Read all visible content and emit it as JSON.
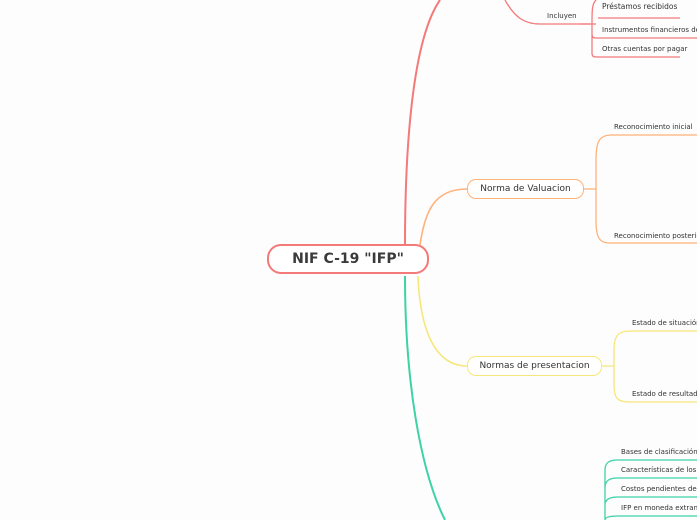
{
  "central": {
    "label": "NIF C-19 \"IFP\""
  },
  "colors": {
    "red": "#f47a7a",
    "orange": "#ffb27a",
    "yellow": "#f7e77a",
    "green": "#3dd3a6"
  },
  "branches": {
    "top": {
      "label": "Incluyen",
      "children": [
        "Préstamos recibidos",
        "Instrumentos financieros de",
        "Otras cuentas por pagar"
      ]
    },
    "valuacion": {
      "label": "Norma de Valuacion",
      "children": [
        "Reconocimiento inicial",
        "Reconocimiento posterior"
      ]
    },
    "presentacion": {
      "label": "Normas de presentacion",
      "children": [
        "Estado de situación",
        "Estado de resultad"
      ]
    },
    "bottom": {
      "children": [
        "Bases de clasificación",
        "Características de los",
        "Costos pendientes de",
        "IFP en moneda extran"
      ]
    }
  }
}
